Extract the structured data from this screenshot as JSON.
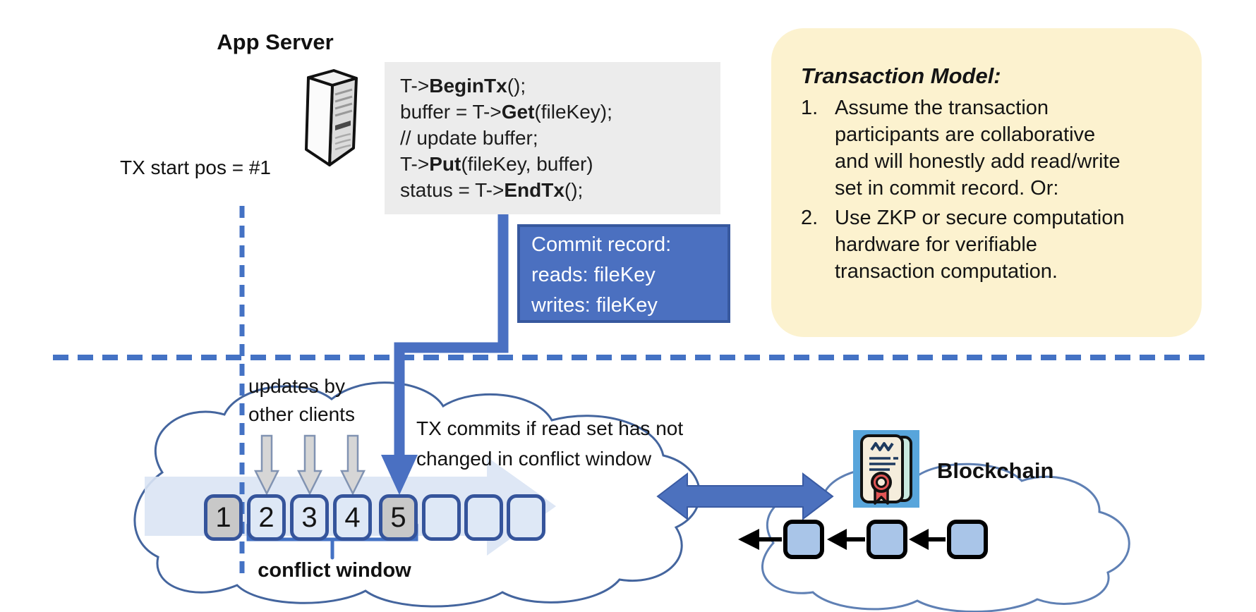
{
  "app_server": {
    "title": "App Server",
    "icon": "server-tower-icon"
  },
  "code_block": {
    "lines": [
      {
        "pre": "T->",
        "bold": "BeginTx",
        "post": "();"
      },
      {
        "pre": "buffer = T->",
        "bold": "Get",
        "post": "(fileKey);"
      },
      {
        "pre": "// update buffer;",
        "bold": "",
        "post": ""
      },
      {
        "pre": "T->",
        "bold": "Put",
        "post": "(fileKey, buffer)"
      },
      {
        "pre": "status = T->",
        "bold": "EndTx",
        "post": "();"
      }
    ]
  },
  "tx_start_label": "TX start pos = #1",
  "commit_record": {
    "text": "Commit record:\nreads: fileKey\nwrites: fileKey"
  },
  "transaction_model": {
    "title": "Transaction Model:",
    "items": [
      {
        "number": "1.",
        "text": "Assume the transaction\nparticipants are collaborative\nand will honestly add read/write\nset in commit record.  Or:"
      },
      {
        "number": "2.",
        "text": "Use ZKP or secure computation\nhardware for verifiable\ntransaction computation."
      }
    ]
  },
  "timeline": {
    "updates_label": "updates by\nother clients",
    "commit_condition": "TX commits if read set has not\nchanged in conflict window",
    "blocks": [
      "1",
      "2",
      "3",
      "4",
      "5",
      "",
      "",
      ""
    ],
    "highlighted_blocks": [
      "1",
      "5"
    ],
    "conflict_window_label": "conflict window"
  },
  "blockchain": {
    "label": "Blockchain",
    "chain_block_count": 3,
    "icon": "smart-contract-certificate-icon"
  },
  "colors": {
    "accent_blue": "#4472C4",
    "commit_box_fill": "#4B70C0",
    "commit_box_border": "#37589E",
    "note_yellow": "#FCF2CF",
    "code_bg": "#ECECEC",
    "block_border": "#35549B",
    "block_light": "#DEE8F6",
    "block_gray": "#C8C8C8",
    "chain_block_fill": "#A9C5E8",
    "cloud_stroke": "#44659E",
    "big_arrow_fill": "#DAE4F4",
    "gray_arrow_fill": "#D6D6D6",
    "cert_bg": "#58A5DB",
    "seal_red": "#E25555"
  }
}
